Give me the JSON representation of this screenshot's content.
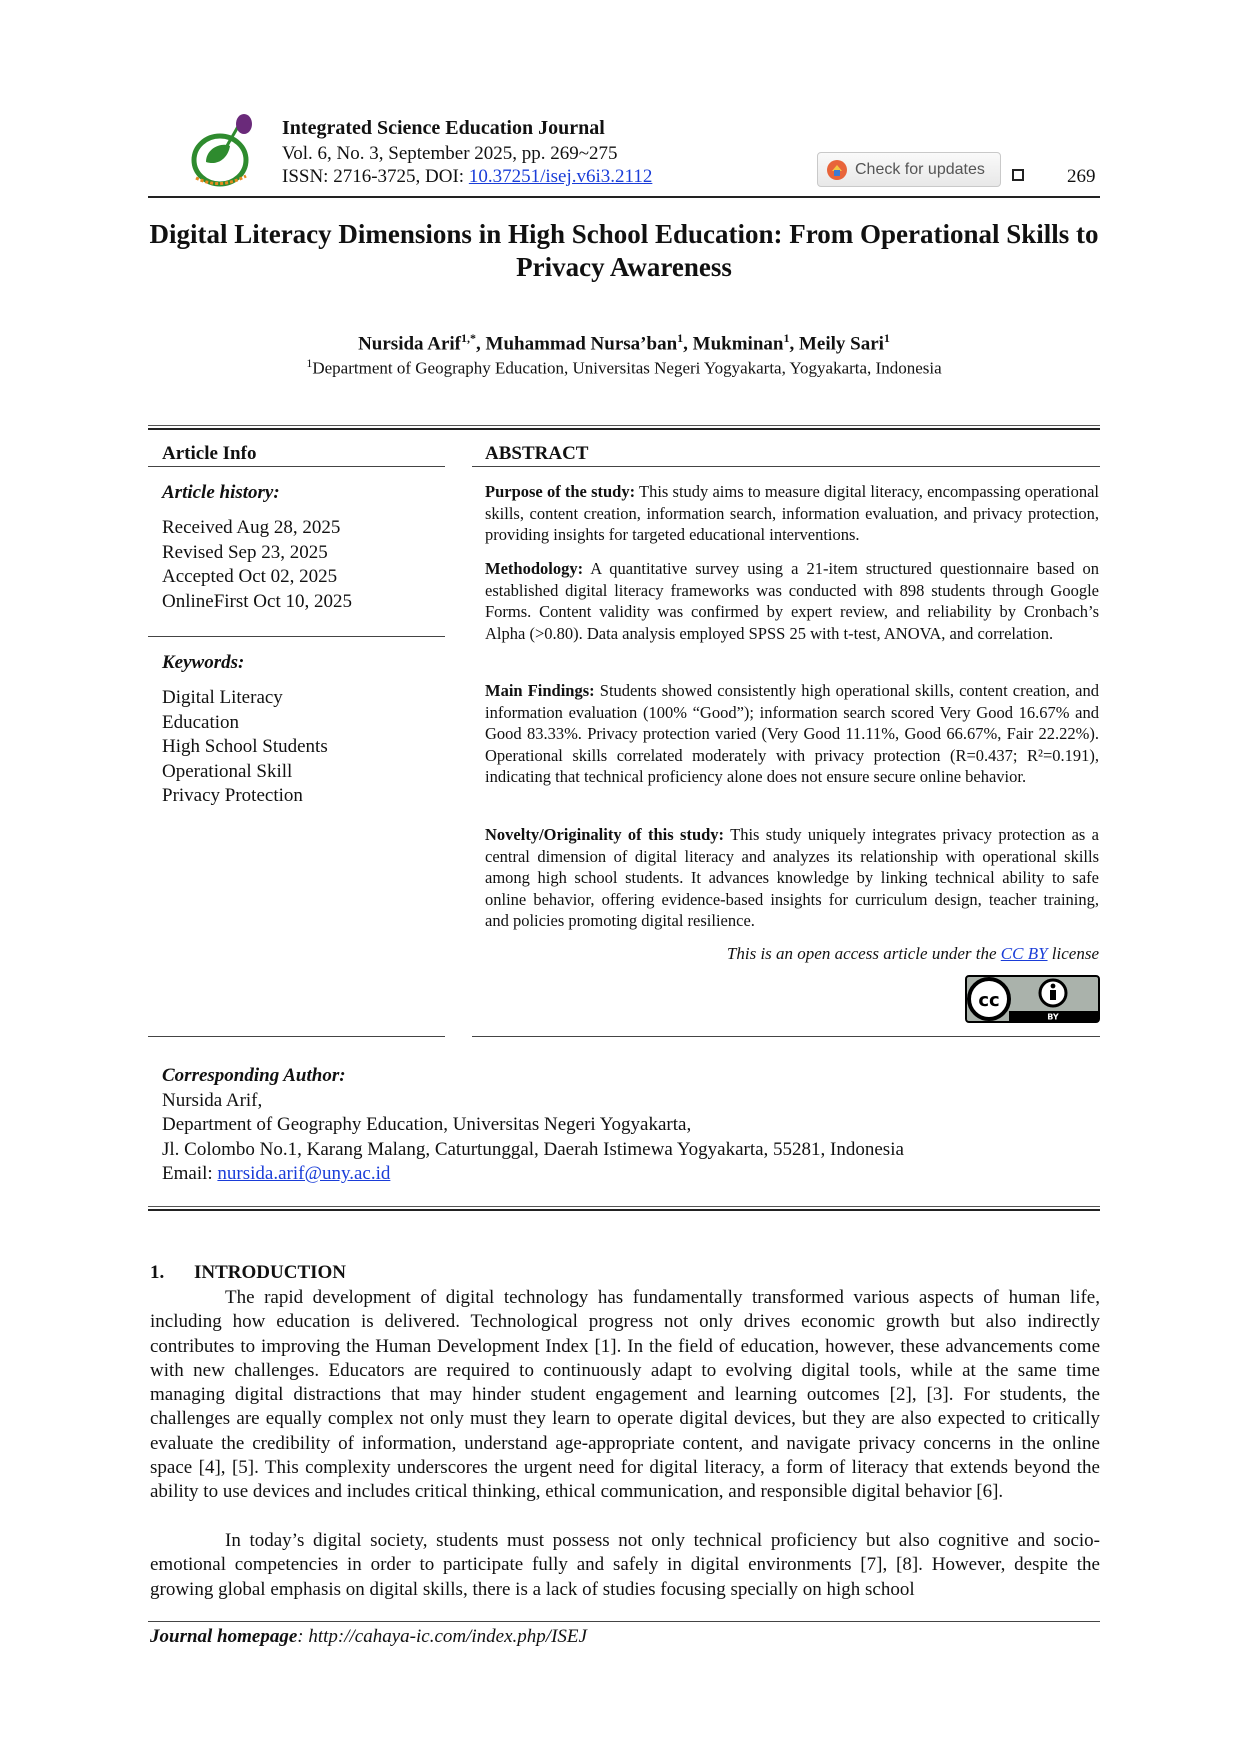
{
  "header": {
    "journal_name": "Integrated Science Education Journal",
    "volume_line": "Vol. 6, No. 3, September 2025, pp. 269~275",
    "issn_line": "ISSN: 2716-3725, DOI: ",
    "doi": "10.37251/isej.v6i3.2112",
    "check_updates_label": "Check for updates",
    "page_number": "269"
  },
  "article": {
    "title": "Digital Literacy Dimensions in High School Education: From Operational Skills to Privacy Awareness",
    "authors": [
      {
        "name": "Nursida Arif",
        "sup": "1,*",
        "sep": ", "
      },
      {
        "name": "Muhammad Nursa’ban",
        "sup": "1",
        "sep": ", "
      },
      {
        "name": "Mukminan",
        "sup": "1",
        "sep": ", "
      },
      {
        "name": "Meily Sari",
        "sup": "1",
        "sep": ""
      }
    ],
    "affiliation_sup": "1",
    "affiliation": "Department of Geography Education, Universitas Negeri Yogyakarta, Yogyakarta, Indonesia"
  },
  "article_info": {
    "heading": "Article Info",
    "history_label": "Article history:",
    "history": [
      "Received Aug 28, 2025",
      "Revised Sep 23, 2025",
      "Accepted Oct 02, 2025",
      "OnlineFirst Oct 10, 2025"
    ],
    "keywords_label": "Keywords:",
    "keywords": [
      "Digital Literacy",
      "Education",
      "High School Students",
      "Operational Skill",
      "Privacy Protection"
    ]
  },
  "abstract": {
    "heading": "ABSTRACT",
    "purpose_label": "Purpose of the study:",
    "purpose": "This study aims to measure digital literacy, encompassing operational skills, content creation, information search, information evaluation, and privacy protection, providing insights for targeted educational interventions.",
    "methodology_label": "Methodology:",
    "methodology": "A quantitative survey using a 21-item structured questionnaire based on established digital literacy frameworks was conducted with 898 students through Google Forms. Content validity was confirmed by expert review, and reliability by Cronbach’s Alpha (>0.80). Data analysis employed SPSS 25 with t-test, ANOVA, and correlation.",
    "findings_label": "Main Findings:",
    "findings": "Students showed consistently high operational skills, content creation, and information evaluation (100% “Good”); information search scored Very Good 16.67% and Good 83.33%. Privacy protection varied (Very Good 11.11%, Good 66.67%, Fair 22.22%). Operational skills correlated moderately with privacy protection (R=0.437; R²=0.191), indicating that technical proficiency alone does not ensure secure online behavior.",
    "novelty_label": "Novelty/Originality of this study:",
    "novelty": "This study uniquely integrates privacy protection as a central dimension of digital literacy and analyzes its relationship with operational skills among high school students. It advances knowledge by linking technical ability to safe online behavior, offering evidence-based insights for curriculum design, teacher training, and policies promoting digital resilience.",
    "license_prefix": "This is an open access article under the ",
    "license_link": "CC BY",
    "license_suffix": " license",
    "ccby_badge": "cc-by-badge"
  },
  "corresponding": {
    "label": "Corresponding Author:",
    "name": "Nursida Arif,",
    "department": "Department of Geography Education, Universitas Negeri Yogyakarta,",
    "address": "Jl. Colombo No.1, Karang Malang, Caturtunggal, Daerah Istimewa Yogyakarta, 55281, Indonesia",
    "email_label": "Email: ",
    "email": "nursida.arif@uny.ac.id"
  },
  "introduction": {
    "number": "1.",
    "heading": "INTRODUCTION",
    "paragraphs": [
      "The rapid development of digital technology has fundamentally transformed various aspects of human life, including how education is delivered. Technological progress not only drives economic growth but also indirectly contributes to improving the Human Development Index [1]. In the field of education, however, these advancements come with new challenges. Educators are required to continuously adapt to evolving digital tools, while at the same time managing digital distractions that may hinder student engagement and learning outcomes [2], [3]. For students, the challenges are equally complex not only must they learn to operate digital devices, but they are also expected to critically evaluate the credibility of information, understand age-appropriate content, and navigate privacy concerns in the online space [4], [5]. This complexity underscores the urgent need for digital literacy, a form of literacy that extends beyond the ability to use devices and includes critical thinking, ethical communication, and responsible digital behavior [6].",
      "In today’s digital society, students must possess not only technical proficiency but also cognitive and socio-emotional competencies in order to participate fully and safely in digital environments [7], [8]. However, despite the growing global emphasis on digital skills, there is a lack of studies focusing specially on high school"
    ]
  },
  "footer": {
    "label": "Journal homepage",
    "url": ": http://cahaya-ic.com/index.php/ISEJ"
  },
  "colors": {
    "link": "#1a3dd8",
    "logo_green": "#2e8b2e",
    "logo_purple": "#6a2a7a",
    "logo_orange": "#e58a1f"
  }
}
